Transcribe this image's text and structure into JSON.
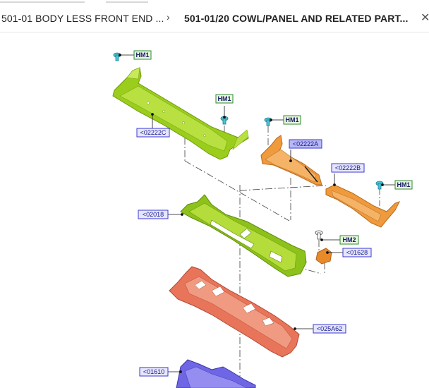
{
  "breadcrumb": {
    "parent_label": "501-01 BODY LESS FRONT END ...",
    "separator": "›",
    "current_label": "501-01/20 COWL/PANEL AND RELATED PART...",
    "close_glyph": "✕"
  },
  "callouts": {
    "hm1_a": "HM1",
    "hm1_b": "HM1",
    "hm1_c": "HM1",
    "hm1_d": "HM1",
    "hm2": "HM2",
    "part_02222C": "<02222C",
    "part_02222A": "<02222A",
    "part_02222B": "<02222B",
    "part_02018": "<02018",
    "part_01628": "<01628",
    "part_025A62": "<025A62",
    "part_01610": "<01610"
  },
  "colors": {
    "hardware_label_border": "#2e8b2e",
    "hardware_label_fill": "#e8f6e0",
    "part_label_border": "#3a3ad0",
    "part_label_fill": "#e6e6ff",
    "cowl_green": "#9acd1c",
    "brace_orange": "#ef9a3c",
    "panel_salmon": "#e8745a",
    "panel_blue": "#6f66e6",
    "fastener_teal": "#4cc3d6"
  },
  "icons": {
    "close": "close-icon",
    "separator": "chevron-right-icon",
    "fastener": "clip-fastener-icon"
  }
}
